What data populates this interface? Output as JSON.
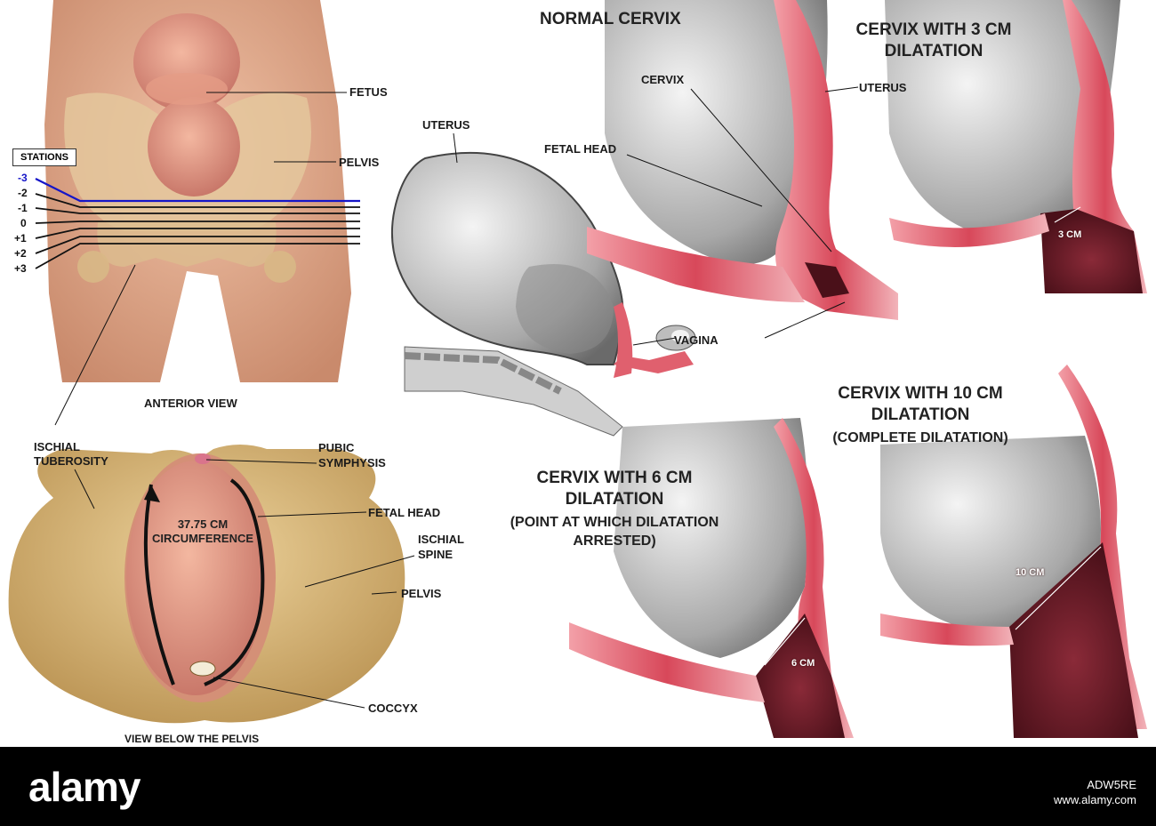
{
  "panels": {
    "anterior": {
      "fetus": "FETUS",
      "pelvis": "PELVIS",
      "stations_title": "STATIONS",
      "stations": [
        "-3",
        "-2",
        "-1",
        "0",
        "+1",
        "+2",
        "+3"
      ],
      "caption": "ANTERIOR VIEW"
    },
    "below": {
      "ischial_tuberosity": [
        "ISCHIAL",
        "TUBEROSITY"
      ],
      "pubic_symphysis": [
        "PUBIC",
        "SYMPHYSIS"
      ],
      "fetal_head": "FETAL HEAD",
      "ischial_spine": [
        "ISCHIAL",
        "SPINE"
      ],
      "pelvis": "PELVIS",
      "coccyx": "COCCYX",
      "circumference": [
        "37.75 CM",
        "CIRCUMFERENCE"
      ],
      "caption": "VIEW BELOW THE PELVIS"
    },
    "sagittal": {
      "uterus": "UTERUS"
    },
    "normal": {
      "title": "NORMAL CERVIX",
      "cervix": "CERVIX",
      "fetal_head": "FETAL HEAD",
      "uterus": "UTERUS",
      "vagina": "VAGINA"
    },
    "dil3": {
      "title": [
        "CERVIX WITH 3 CM",
        "DILATATION"
      ],
      "measure": "3 CM"
    },
    "dil6": {
      "title": [
        "CERVIX WITH 6 CM",
        "DILATATION",
        "(POINT AT WHICH DILATATION",
        "ARRESTED)"
      ],
      "measure": "6 CM"
    },
    "dil10": {
      "title": [
        "CERVIX WITH 10 CM",
        "DILATATION",
        "(COMPLETE DILATATION)"
      ],
      "measure": "10 CM"
    }
  },
  "footer": {
    "logo": "alamy",
    "image_id": "ADW5RE",
    "url": "www.alamy.com"
  },
  "colors": {
    "skin": "#e0a688",
    "bone": "#d9b878",
    "tissue": "#e0606e",
    "station_blue": "#1515c8"
  }
}
